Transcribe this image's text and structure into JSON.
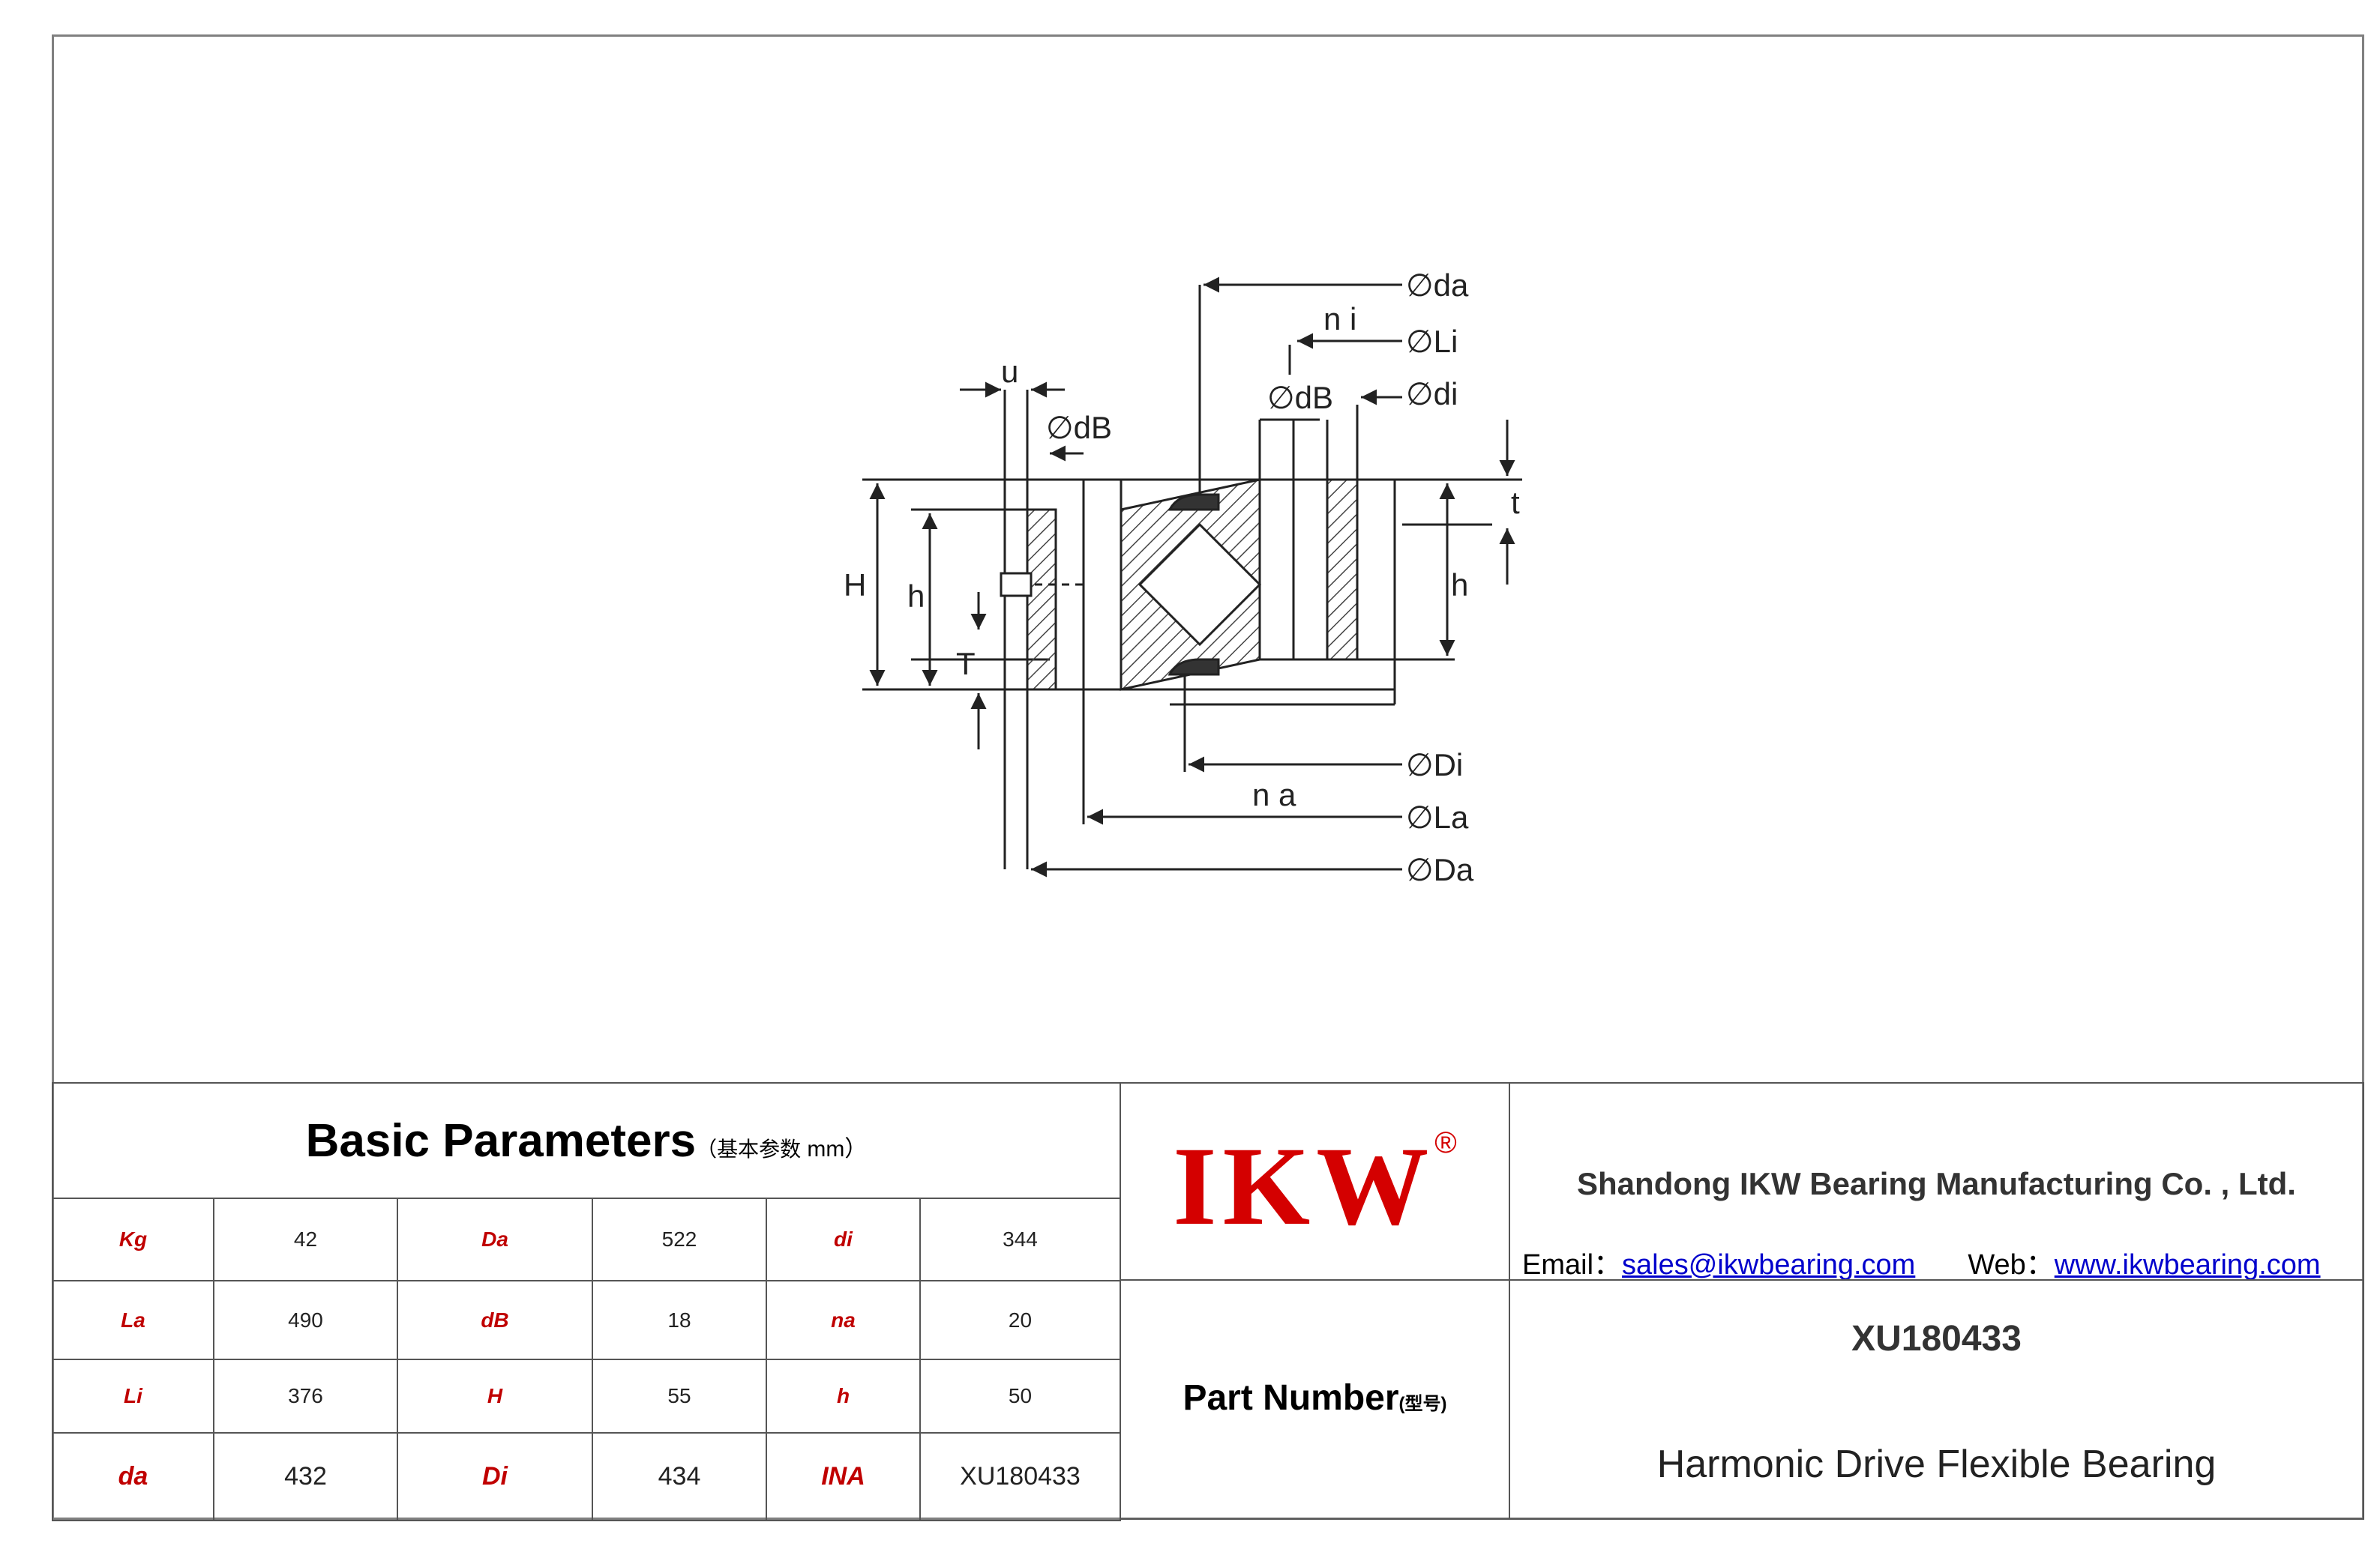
{
  "diagram": {
    "labels": {
      "da": "∅da",
      "ni": "n i",
      "li": "∅Li",
      "di": "∅di",
      "db_right": "∅dB",
      "db_left": "∅dB",
      "u": "u",
      "t": "t",
      "H": "H",
      "h_left": "h",
      "h_right": "h",
      "T": "T",
      "Di": "∅Di",
      "na": "n a",
      "La": "∅La",
      "Da": "∅Da"
    }
  },
  "params": {
    "title": "Basic Parameters",
    "subtitle": "（基本参数",
    "unit": " mm）",
    "rows": [
      [
        {
          "label": "Kg",
          "value": "42"
        },
        {
          "label": "Da",
          "value": "522"
        },
        {
          "label": "di",
          "value": "344"
        }
      ],
      [
        {
          "label": "La",
          "value": "490"
        },
        {
          "label": "dB",
          "value": "18"
        },
        {
          "label": "na",
          "value": "20"
        }
      ],
      [
        {
          "label": "Li",
          "value": "376"
        },
        {
          "label": "H",
          "value": "55"
        },
        {
          "label": "h",
          "value": "50"
        }
      ],
      [
        {
          "label": "da",
          "value": "432"
        },
        {
          "label": "Di",
          "value": "434"
        },
        {
          "label": "INA",
          "value": "XU180433"
        }
      ]
    ]
  },
  "brand": {
    "logo": "IKW",
    "registered": "®",
    "company": "Shandong IKW Bearing Manufacturing Co. , Ltd.",
    "email_label": "Email：",
    "email": "sales@ikwbearing.com",
    "web_label": "Web：",
    "web": "www.ikwbearing.com"
  },
  "part": {
    "label": "Part Number",
    "label_sub": "(型号)",
    "number": "XU180433",
    "description": "Harmonic Drive Flexible Bearing"
  }
}
